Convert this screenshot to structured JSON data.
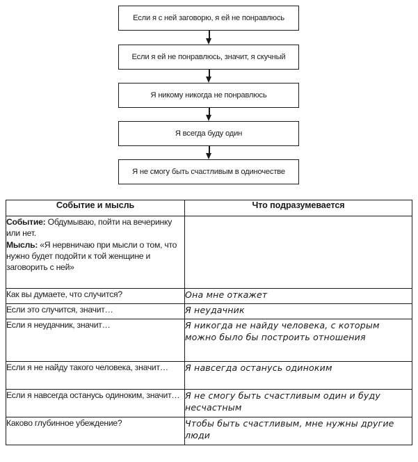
{
  "flowchart": {
    "boxes": [
      {
        "text": "Если я с ней заговорю, я ей не понравлюсь"
      },
      {
        "text": "Если я ей не понравлюсь, значит, я скучный"
      },
      {
        "text": "Я никому никогда не понравлюсь"
      },
      {
        "text": "Я всегда буду один"
      },
      {
        "text": "Я не смогу быть счастливым в одиночестве"
      }
    ],
    "arrows": [
      {
        "name": "arrow-1"
      },
      {
        "name": "arrow-2"
      },
      {
        "name": "arrow-3"
      },
      {
        "name": "arrow-4"
      }
    ]
  },
  "table": {
    "headers": {
      "left": "Событие и мысль",
      "right": "Что подразумевается"
    },
    "rows": [
      {
        "left_event_label": "Событие:",
        "left_event_text": " Обдумываю, пойти на вечеринку или нет.",
        "left_thought_label": "Мысль:",
        "left_thought_text": " «Я нервничаю при мысли о том, что нужно будет подойти к той женщине и заговорить с ней»",
        "right": ""
      },
      {
        "left": "Как вы думаете, что случится?",
        "right": "Она мне откажет"
      },
      {
        "left": "Если это случится, значит…",
        "right": "Я неудачник"
      },
      {
        "left": "Если я неудачник, значит…",
        "right": "Я никогда не найду человека, с которым можно было бы построить отношения"
      },
      {
        "left": "Если я не найду такого человека, значит…",
        "right": "Я навсегда останусь одиноким"
      },
      {
        "left": "Если я навсегда останусь одиноким, значит…",
        "right": "Я не смогу быть счастливым один и буду несчастным"
      },
      {
        "left": "Каково глубинное убеждение?",
        "right": "Чтобы быть счастливым, мне нужны другие люди"
      }
    ]
  },
  "colors": {
    "ink": "#1a1a1a",
    "background": "#ffffff"
  }
}
